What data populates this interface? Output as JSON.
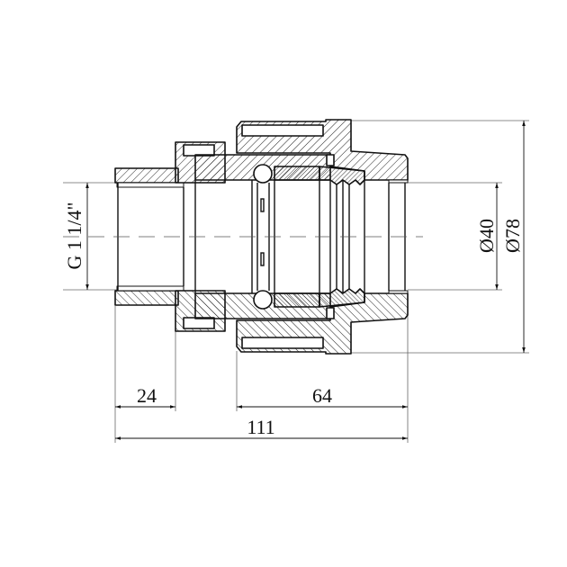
{
  "drawing": {
    "title": "Compression fitting with male thread, sectional view",
    "dimensions": {
      "thread": "G 1 1/4\"",
      "inner_diameter": "Ø40",
      "outer_diameter": "Ø78",
      "thread_length": "24",
      "nut_length": "64",
      "total_length": "111"
    },
    "colors": {
      "line": "#111111",
      "dim": "#555555",
      "background": "#ffffff"
    }
  }
}
